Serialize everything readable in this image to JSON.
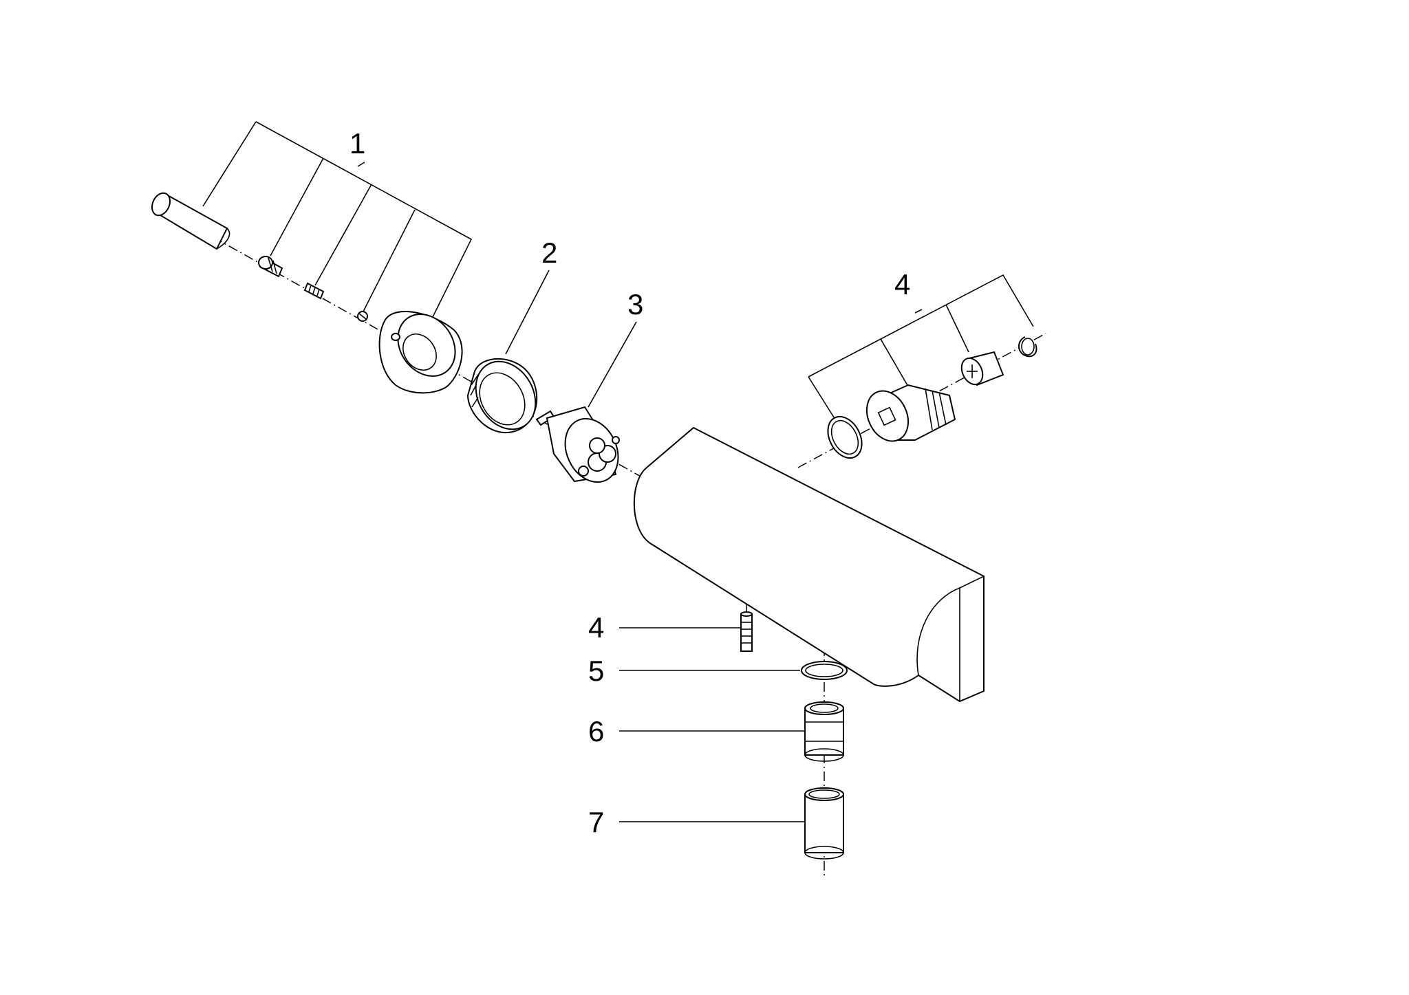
{
  "callouts": {
    "c1": "1",
    "c2": "2",
    "c3": "3",
    "c4_top": "4",
    "c4_side": "4",
    "c5": "5",
    "c6": "6",
    "c7": "7"
  },
  "colors": {
    "line": "#000000",
    "background": "#ffffff"
  }
}
